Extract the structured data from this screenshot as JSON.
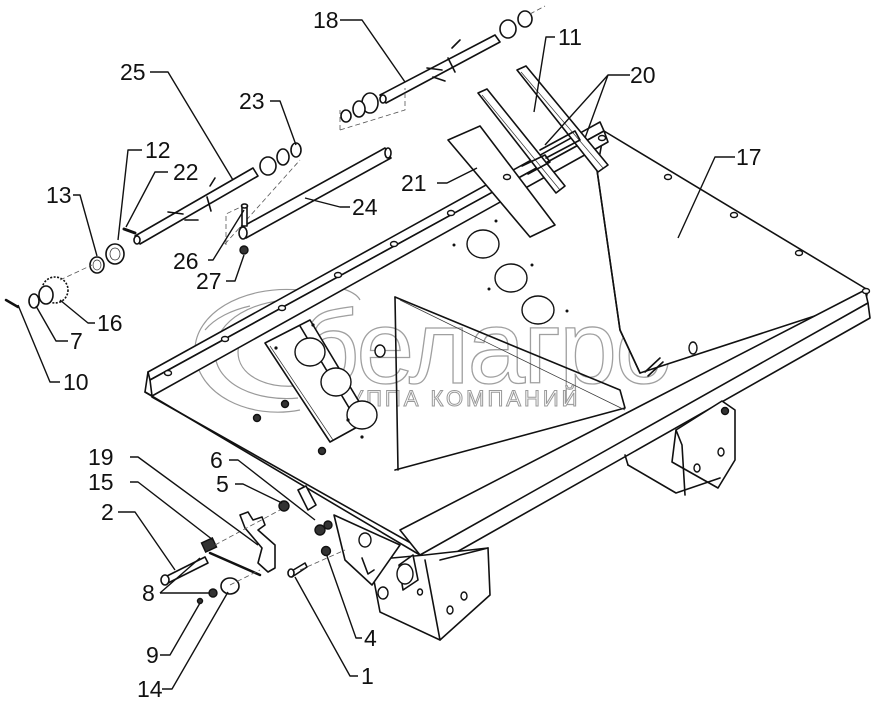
{
  "diagram": {
    "type": "exploded-parts-diagram",
    "subject": "frame assembly with shafts, sprocket and lever mechanism",
    "watermark": {
      "brand": "белагро",
      "tagline": "ГРУППА КОМПАНИЙ",
      "color": "#a0a0a0"
    },
    "callouts": [
      {
        "id": "c18",
        "number": "18"
      },
      {
        "id": "c11",
        "number": "11"
      },
      {
        "id": "c20",
        "number": "20"
      },
      {
        "id": "c25",
        "number": "25"
      },
      {
        "id": "c23",
        "number": "23"
      },
      {
        "id": "c17",
        "number": "17"
      },
      {
        "id": "c12",
        "number": "12"
      },
      {
        "id": "c22",
        "number": "22"
      },
      {
        "id": "c21",
        "number": "21"
      },
      {
        "id": "c13",
        "number": "13"
      },
      {
        "id": "c24",
        "number": "24"
      },
      {
        "id": "c26",
        "number": "26"
      },
      {
        "id": "c27",
        "number": "27"
      },
      {
        "id": "c16",
        "number": "16"
      },
      {
        "id": "c7",
        "number": "7"
      },
      {
        "id": "c10",
        "number": "10"
      },
      {
        "id": "c19",
        "number": "19"
      },
      {
        "id": "c6",
        "number": "6"
      },
      {
        "id": "c15",
        "number": "15"
      },
      {
        "id": "c5",
        "number": "5"
      },
      {
        "id": "c2",
        "number": "2"
      },
      {
        "id": "c8",
        "number": "8"
      },
      {
        "id": "c4",
        "number": "4"
      },
      {
        "id": "c9",
        "number": "9"
      },
      {
        "id": "c1",
        "number": "1"
      },
      {
        "id": "c14",
        "number": "14"
      }
    ]
  }
}
